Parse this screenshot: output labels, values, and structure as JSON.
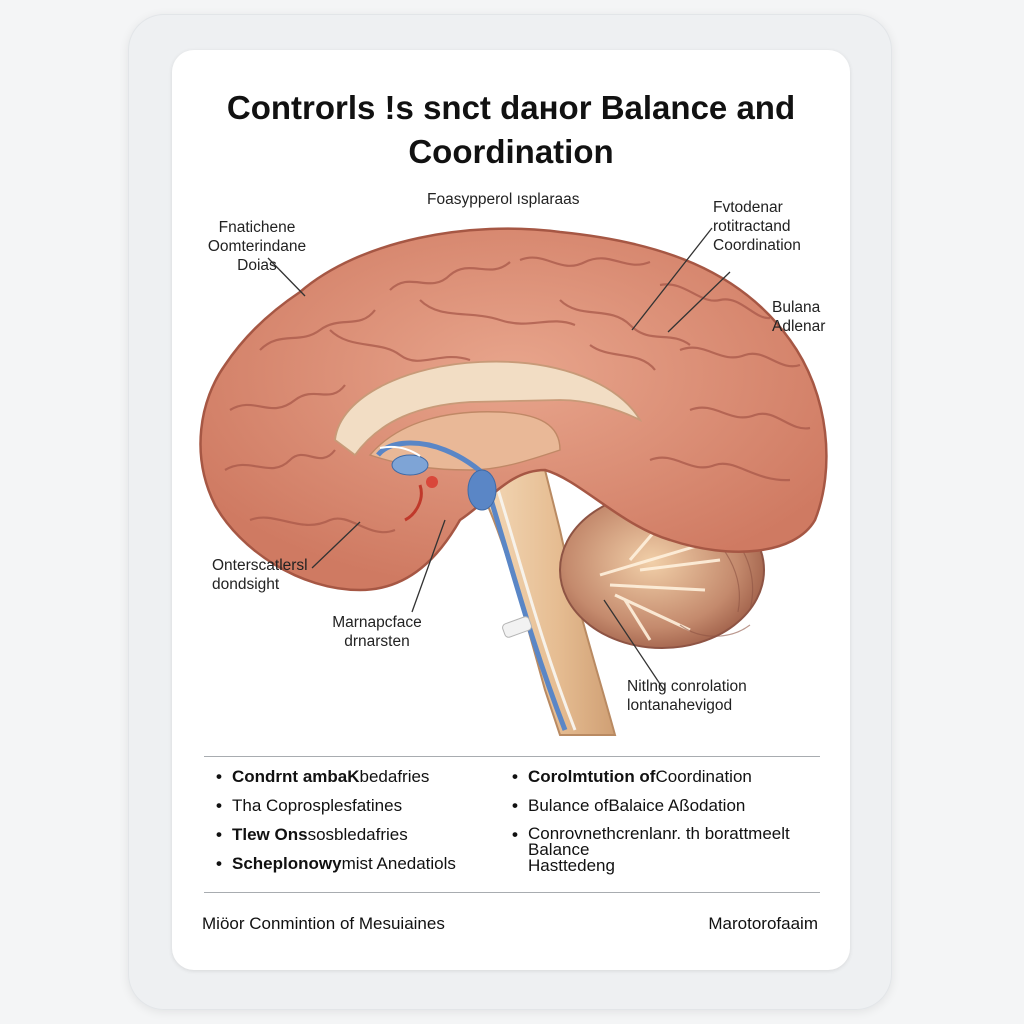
{
  "title": "Controrls !s snct dанor Balance and\nCoordination",
  "labels": {
    "top_center": "Foasypperol ısplaraas",
    "top_left": "Fnatichene\nOomterindane\nDoias",
    "top_right": "Fvtodenar\nrotitractand\nCoordination",
    "right": "Bulana\nAdlenar",
    "mid_left": "Onterscatlersl\ndondsight",
    "mid_center": "Marnapcface\ndrnarsten",
    "bottom_right": "Nitlng conrolation\nlontanahevigod"
  },
  "legend": {
    "left": [
      {
        "bold": "Condrnt ambaK",
        "rest": "bedafries"
      },
      {
        "bold": "",
        "rest": "Tha Coprosplesfatines"
      },
      {
        "bold": "Tlew Ons",
        "rest": "sosbledafries"
      },
      {
        "bold": "Scheplonowy",
        "rest": "mist Anedatiols"
      }
    ],
    "right": [
      {
        "bold": "Corolmtution of",
        "rest": " Coordination"
      },
      {
        "bold": "",
        "rest": "Bulance ofBalaice Aßodation"
      },
      {
        "bold": "",
        "rest": "Conrovnethcrenlanr. th borattmeelt\nBalance\nHasttedeng"
      }
    ]
  },
  "footer": {
    "left": "Miöor Conmintion of Mesuiaines",
    "right": "Marotorofaaim"
  },
  "colors": {
    "cortex": "#d98770",
    "cortex_dark": "#b5604b",
    "cerebellum": "#b87560",
    "white_matter": "#f2ddc4",
    "brainstem": "#e8c49a",
    "vessel_blue": "#5a86c6"
  }
}
